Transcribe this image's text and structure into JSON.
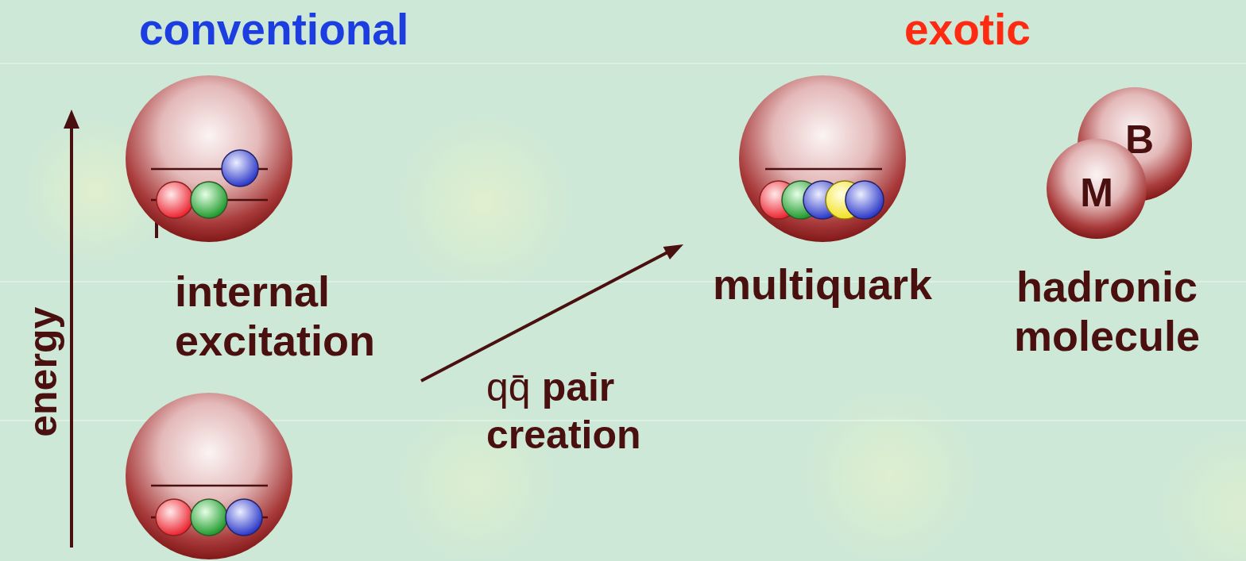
{
  "diagram": {
    "nodes": [
      {
        "text": [
          "multiquark"
        ]
      },
      {
        "text": [
          "B"
        ]
      },
      {
        "text": [
          "M"
        ]
      }
    ],
    "labels": [
      "conventional",
      "exotic",
      "energy",
      "internal excitation",
      "qq̄",
      "pair creation",
      "hadronic molecule"
    ]
  }
}
